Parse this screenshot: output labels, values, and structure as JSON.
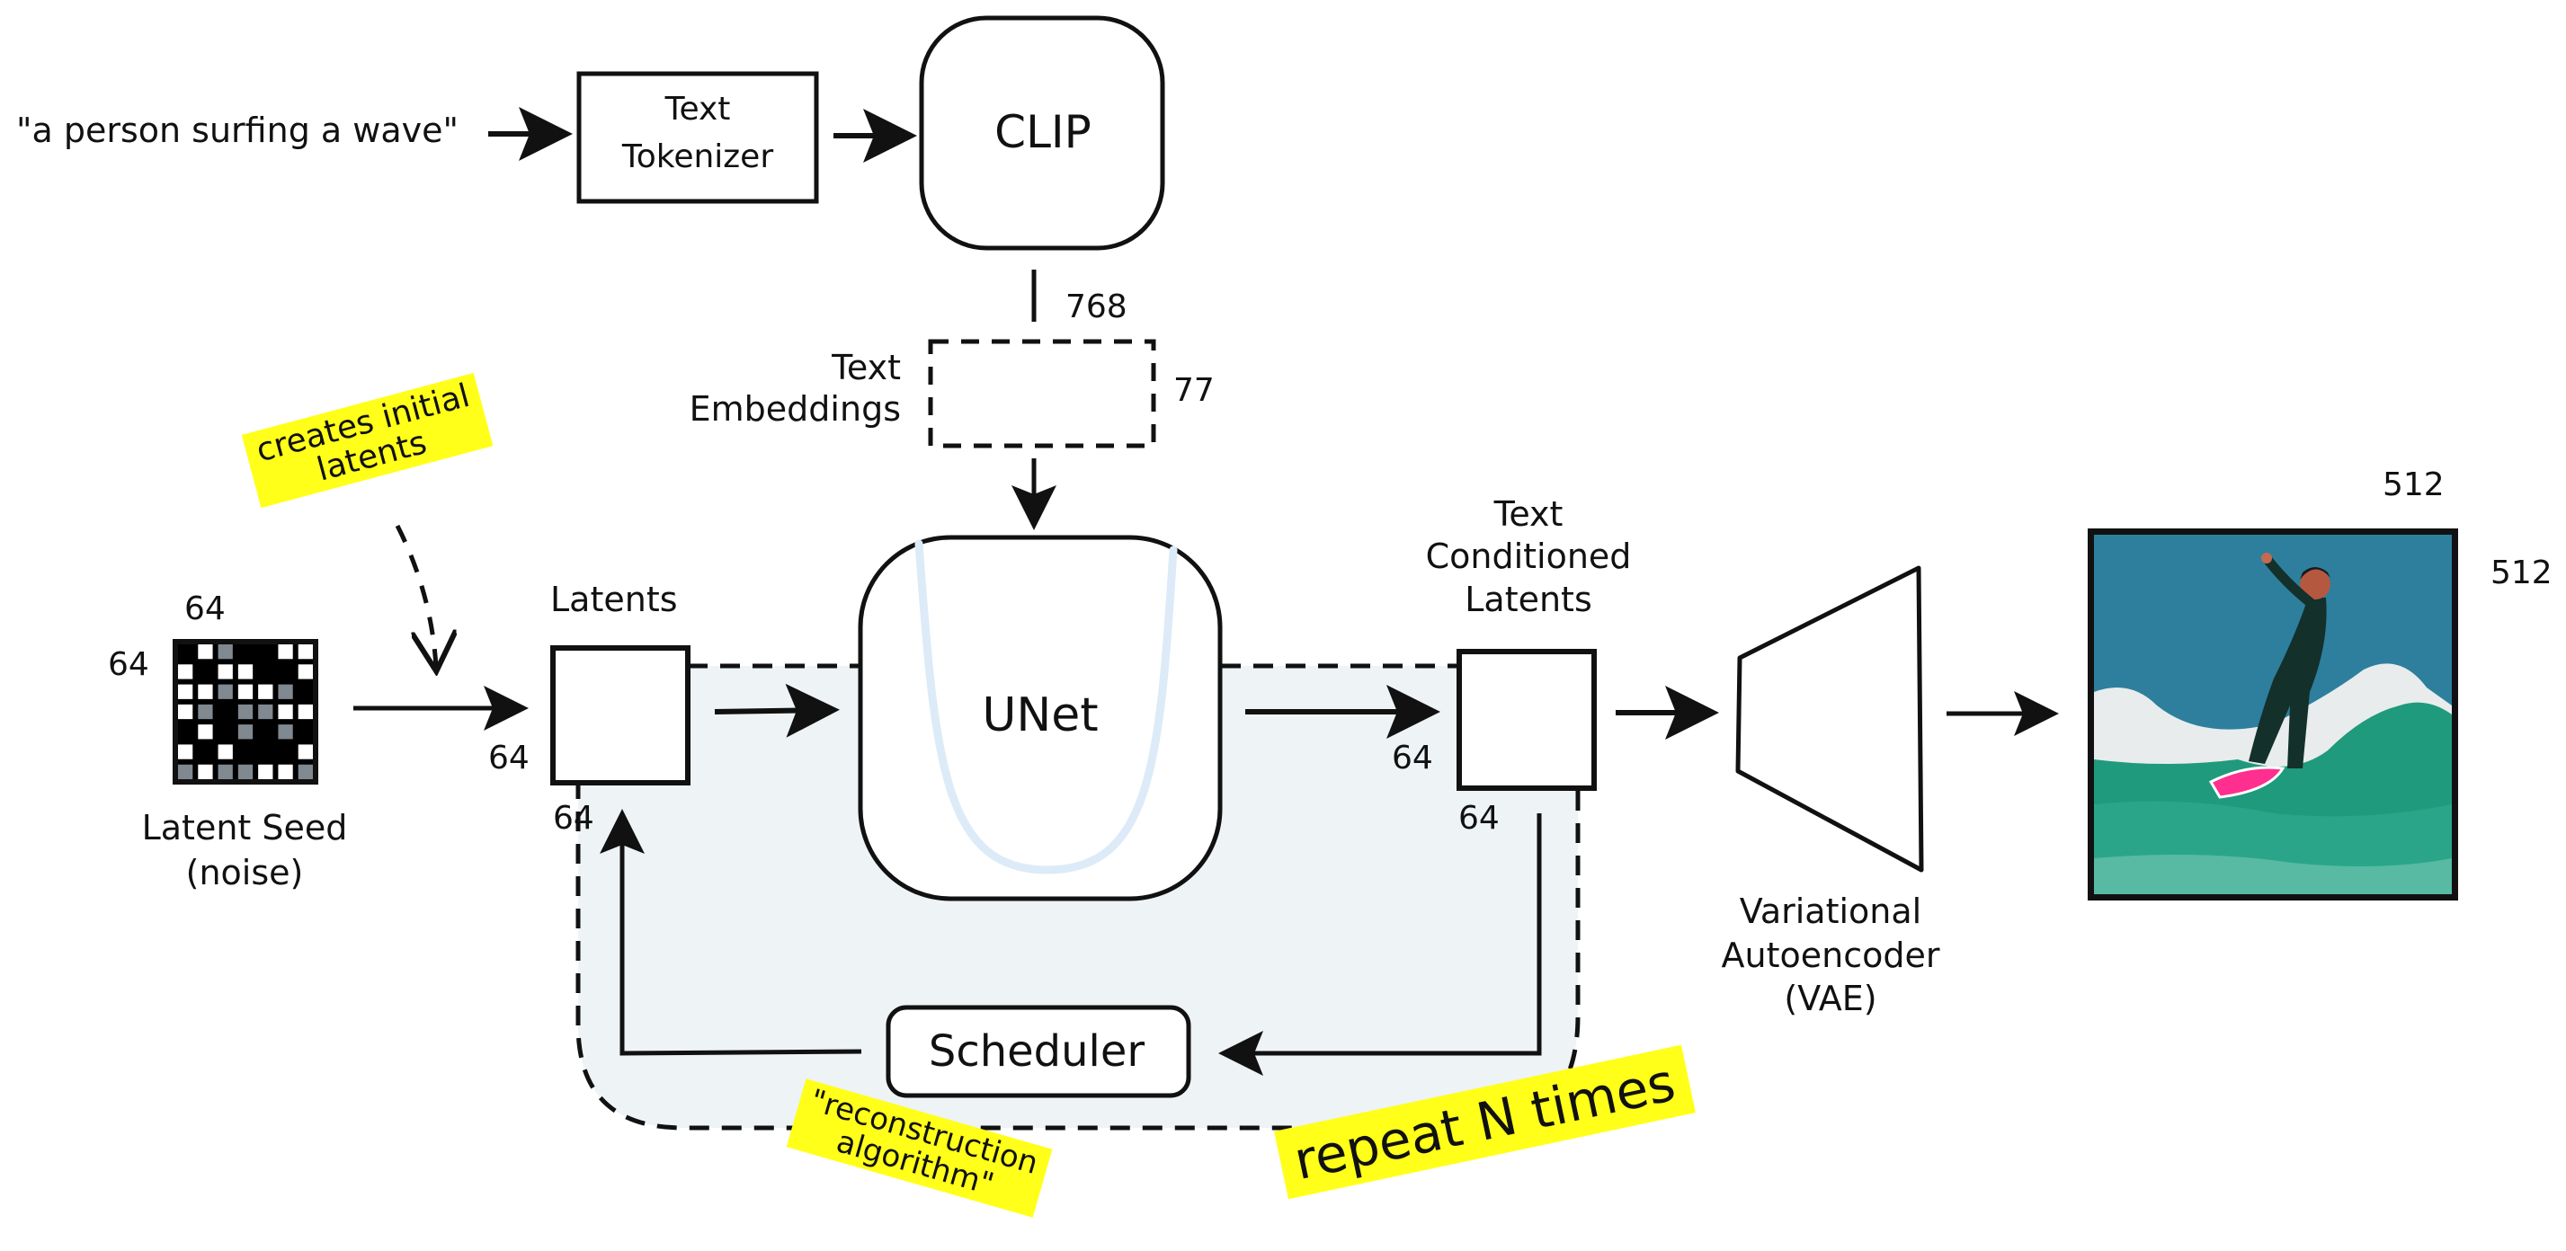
{
  "prompt": {
    "text": "\"a person surfing a wave\""
  },
  "tokenizer": {
    "line1": "Text",
    "line2": "Tokenizer"
  },
  "clip": {
    "label": "CLIP"
  },
  "embeddings": {
    "label_line1": "Text",
    "label_line2": "Embeddings",
    "dim_width": "768",
    "dim_height": "77"
  },
  "seed": {
    "dim_top": "64",
    "dim_left": "64",
    "label_line1": "Latent Seed",
    "label_line2": "(noise)",
    "grid": [
      [
        "k",
        "w",
        "g",
        "k",
        "k",
        "w",
        "w"
      ],
      [
        "w",
        "k",
        "w",
        "w",
        "k",
        "k",
        "w"
      ],
      [
        "w",
        "w",
        "g",
        "w",
        "w",
        "g",
        "k"
      ],
      [
        "w",
        "g",
        "k",
        "g",
        "g",
        "w",
        "w"
      ],
      [
        "k",
        "w",
        "k",
        "g",
        "k",
        "g",
        "k"
      ],
      [
        "w",
        "k",
        "w",
        "k",
        "k",
        "k",
        "w"
      ],
      [
        "g",
        "w",
        "g",
        "g",
        "w",
        "w",
        "g"
      ]
    ],
    "colors": {
      "k": "#000000",
      "w": "#ffffff",
      "g": "#808890"
    }
  },
  "annotations": {
    "creates_initial_latents": {
      "line1": "creates initial",
      "line2": "latents"
    },
    "reconstruction_algorithm": {
      "line1": "\"reconstruction",
      "line2": "algorithm\""
    },
    "repeat": "repeat N times"
  },
  "latents": {
    "label": "Latents",
    "dim_left": "64",
    "dim_bottom": "64"
  },
  "unet": {
    "label": "UNet"
  },
  "conditioned": {
    "label_line1": "Text",
    "label_line2": "Conditioned",
    "label_line3": "Latents",
    "dim_left": "64",
    "dim_bottom": "64"
  },
  "scheduler": {
    "label": "Scheduler"
  },
  "vae": {
    "line1": "Variational",
    "line2": "Autoencoder",
    "line3": "(VAE)"
  },
  "output_image": {
    "alt": "a person surfing a wave",
    "dim_width": "512",
    "dim_height": "512"
  },
  "colors": {
    "ink": "#111111",
    "highlight": "#ffff1a",
    "loop_fill": "#eef3f6",
    "unet_curve": "#dcebf7"
  }
}
